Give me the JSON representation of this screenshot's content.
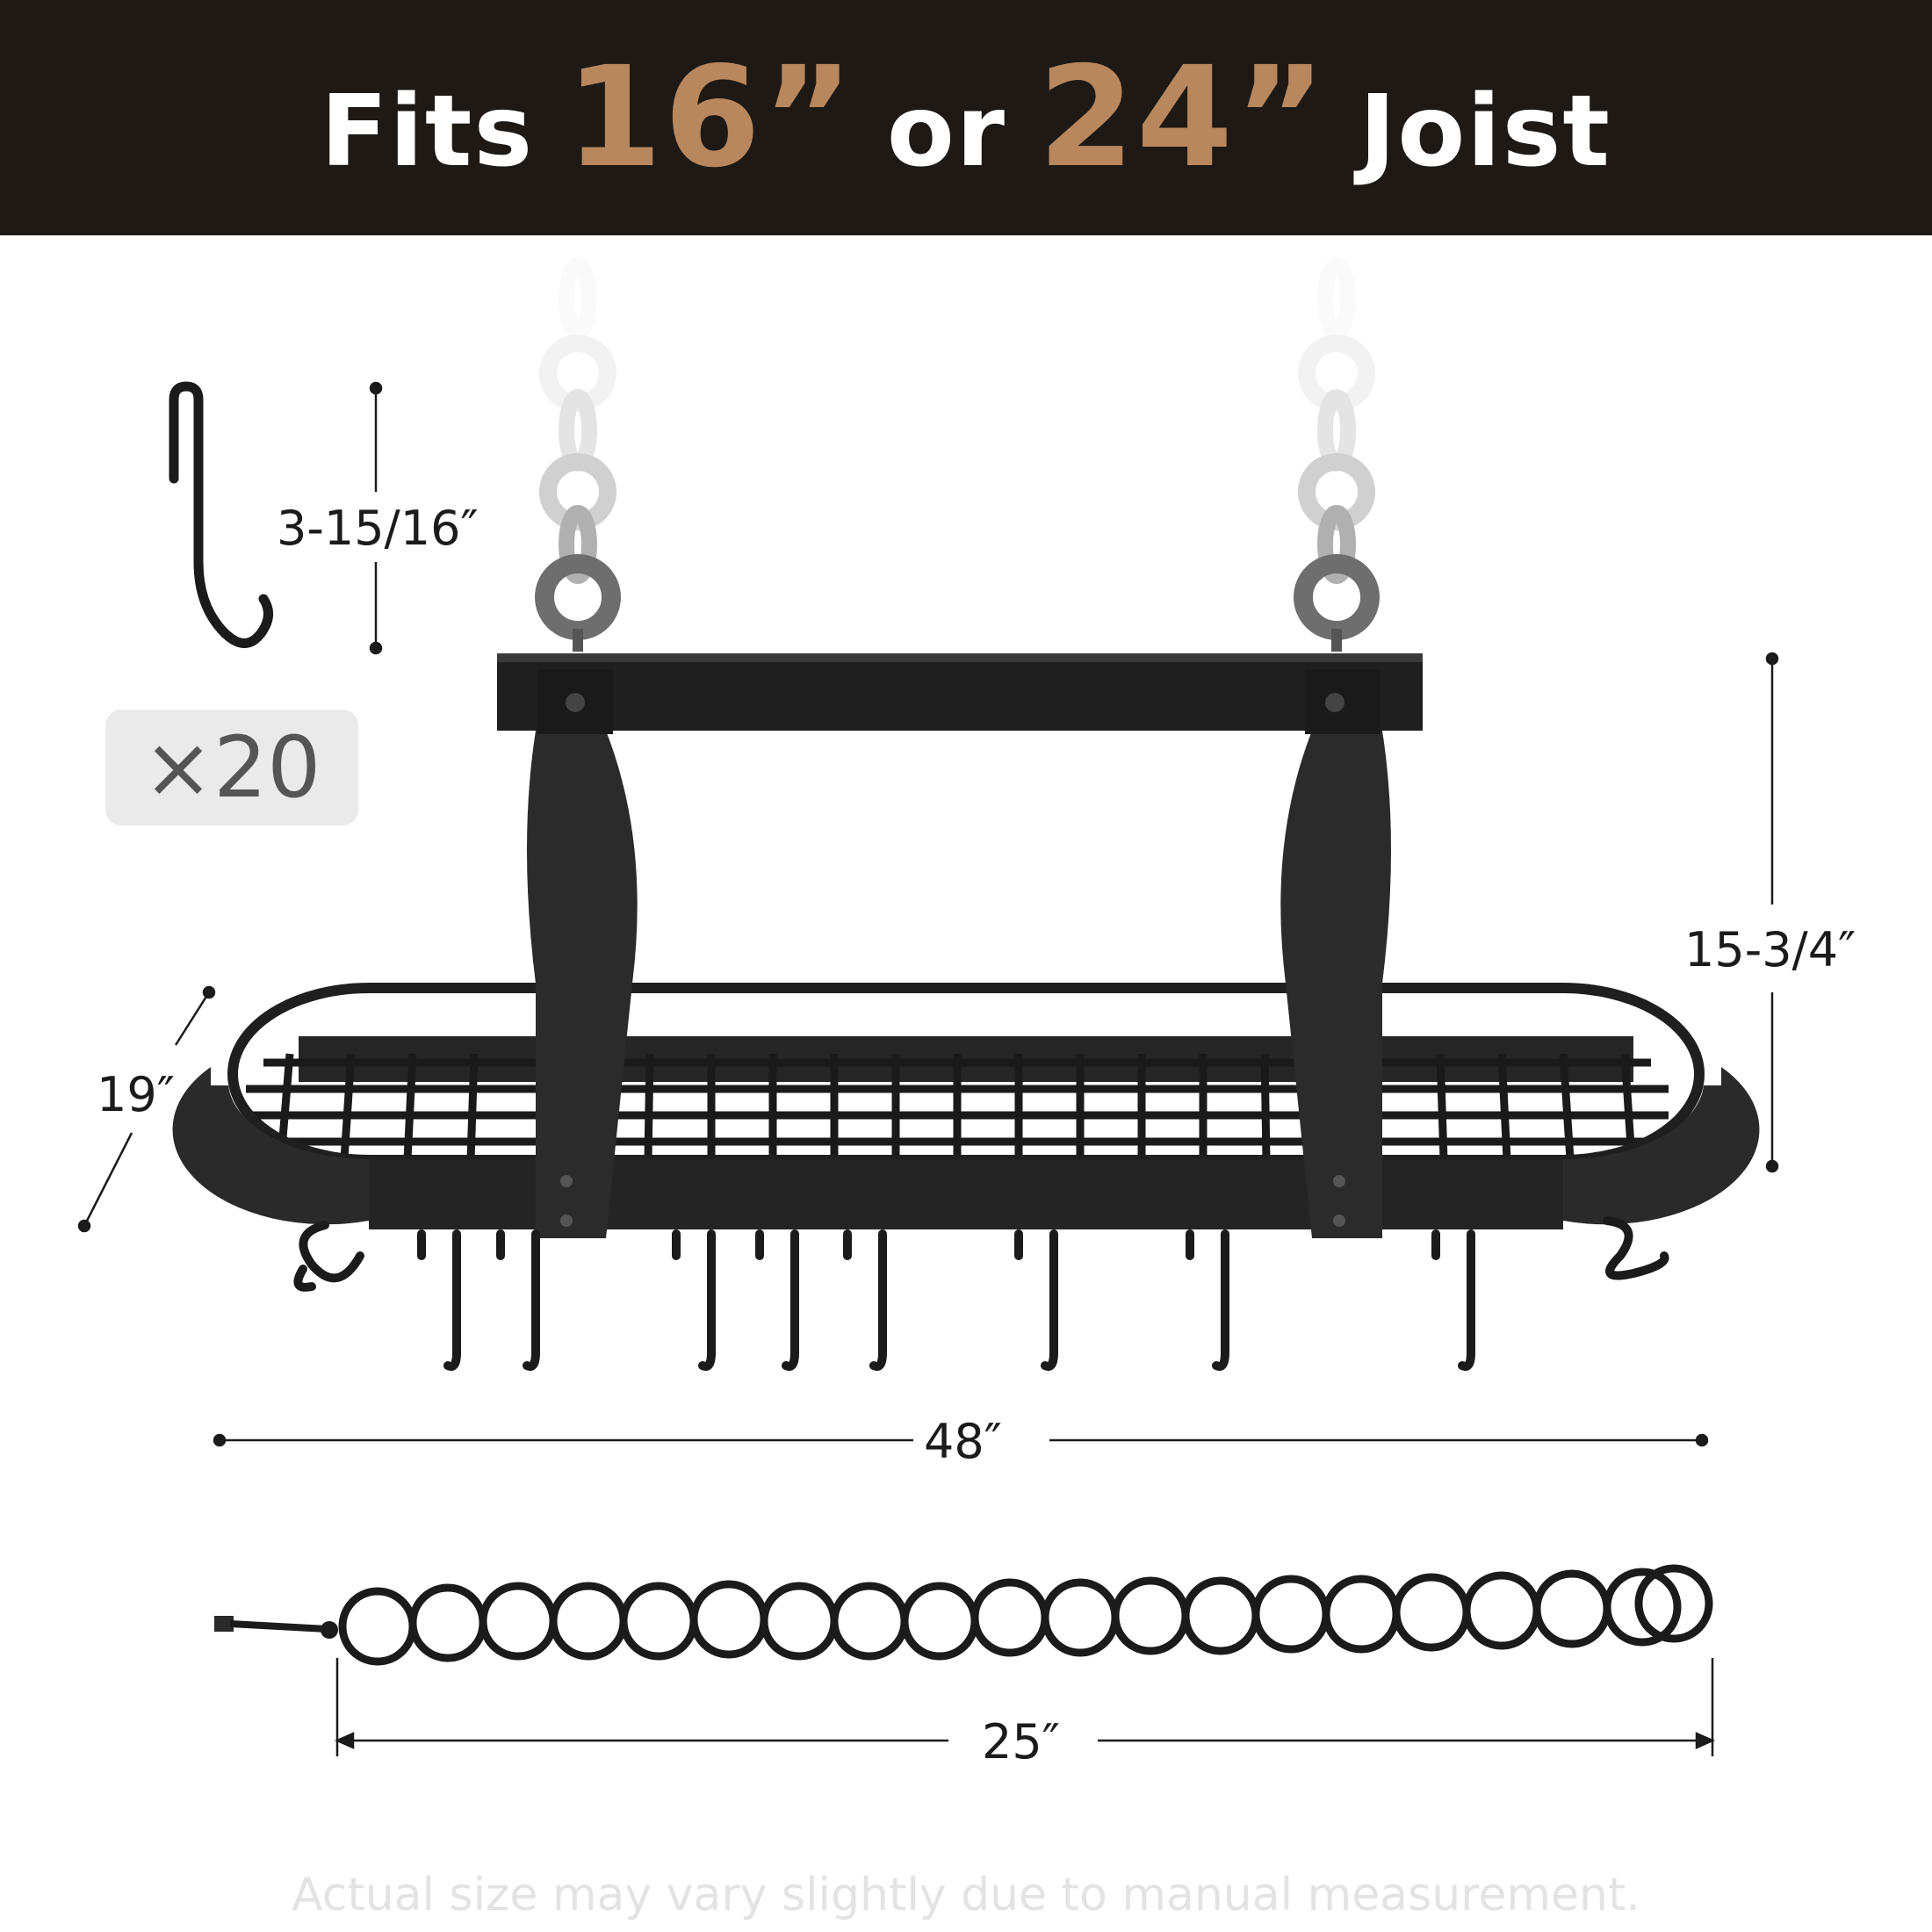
{
  "banner": {
    "prefix": "Fits",
    "size_a": "16”",
    "connector": "or",
    "size_b": "24”",
    "suffix": "Joist"
  },
  "dimensions": {
    "hook_height": "3-15/16″",
    "hook_count": "×20",
    "rack_height": "15-3/4″",
    "rack_depth": "19″",
    "rack_width": "48″",
    "chain_length": "25″"
  },
  "footnote": "Actual size may vary slightly due to manual measurement.",
  "colors": {
    "banner_bg": "#1e1915",
    "accent": "#b8875d",
    "metal": "#1b1b1b"
  }
}
